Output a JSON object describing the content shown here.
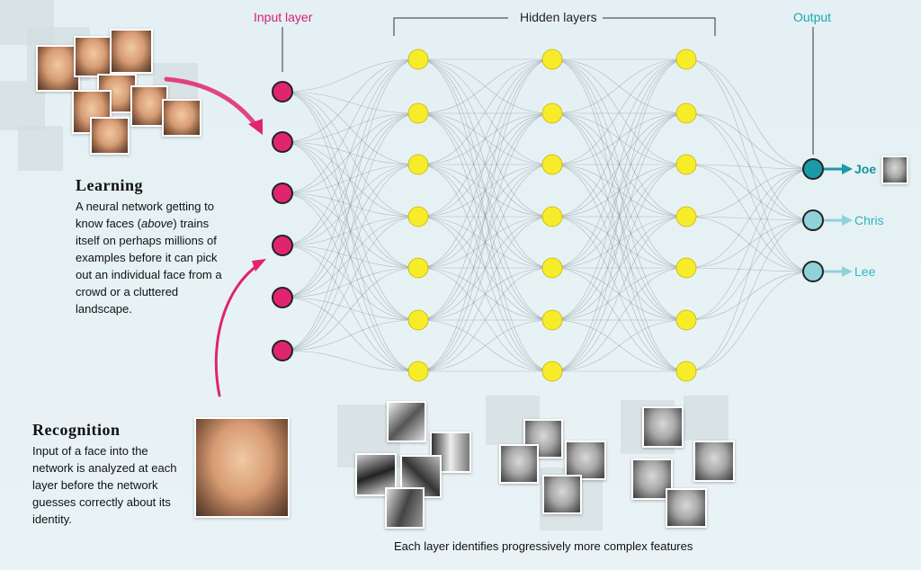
{
  "headers": {
    "input": "Input layer",
    "hidden": "Hidden layers",
    "output": "Output"
  },
  "outputs": [
    {
      "name": "Joe",
      "active": true
    },
    {
      "name": "Chris",
      "active": false
    },
    {
      "name": "Lee",
      "active": false
    }
  ],
  "learning": {
    "title": "Learning",
    "body_before": "A neural network getting to know faces (",
    "body_italic": "above",
    "body_after": ") trains itself on perhaps millions of examples before it can pick out an individual face from a crowd or a cluttered landscape."
  },
  "recognition": {
    "title": "Recognition",
    "body": "Input of a face into the network is analyzed at each layer before the network guesses correctly about its identity."
  },
  "caption": "Each layer identifies progressively more complex features",
  "network": {
    "input_nodes": 6,
    "hidden_layers": [
      7,
      7,
      7
    ],
    "output_nodes": 3
  },
  "colors": {
    "input_node": "#e0246f",
    "hidden_node": "#f7ec2a",
    "output_active": "#1a9aa6",
    "output_inactive": "#8fd3d9",
    "arrow_pink": "#e0246f",
    "connection": "#7d8a8f"
  }
}
